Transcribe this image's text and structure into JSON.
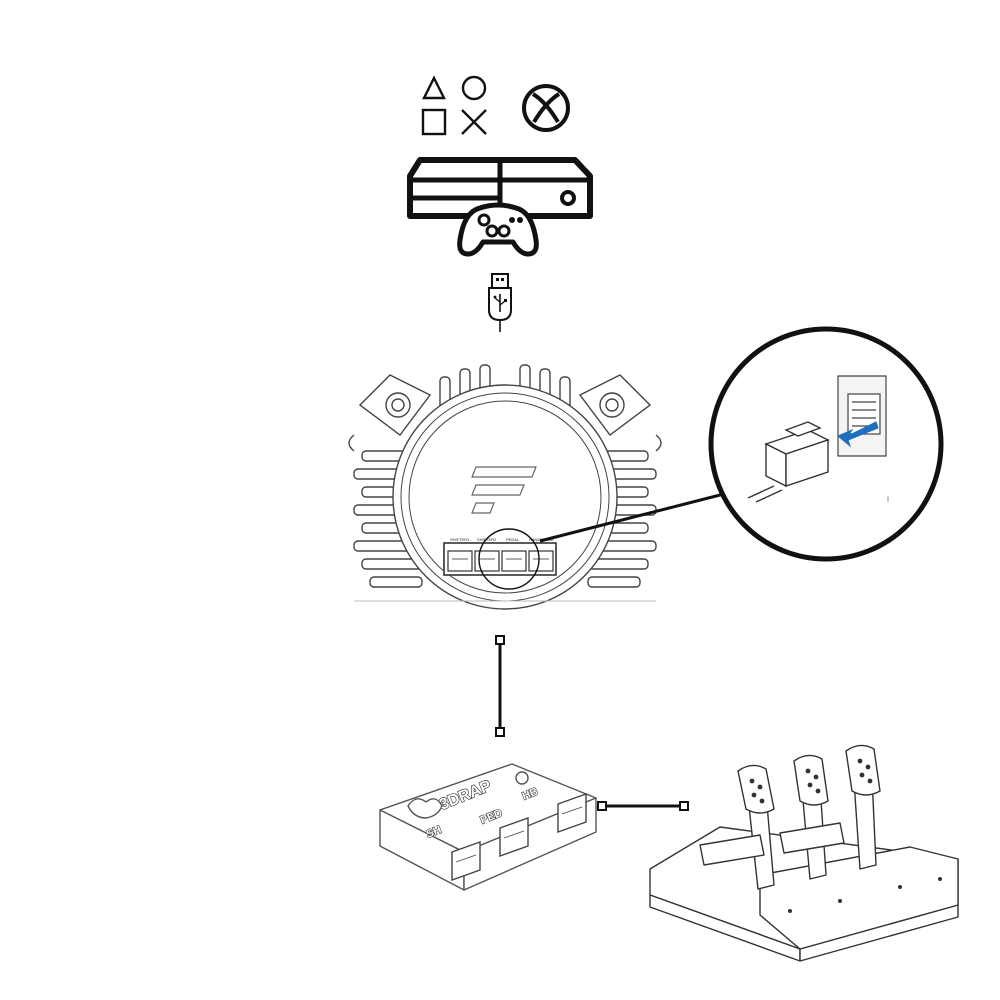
{
  "diagram": {
    "platforms": {
      "playstation": "playstation-symbols-icon",
      "xbox": "xbox-logo-icon",
      "console": "xbox-one-console-icon",
      "controller": "gamepad-icon",
      "usb": "usb-plug-icon"
    },
    "wheelbase": {
      "ports": [
        "SHIFTER1",
        "SHIFTER2",
        "PEDAL",
        "HANDBRAKE"
      ]
    },
    "adapter": {
      "brand": "3DRAP",
      "ports": [
        "SH",
        "PED",
        "HB"
      ]
    },
    "colors": {
      "line": "#111111",
      "arrow": "#1f6fbf"
    }
  }
}
